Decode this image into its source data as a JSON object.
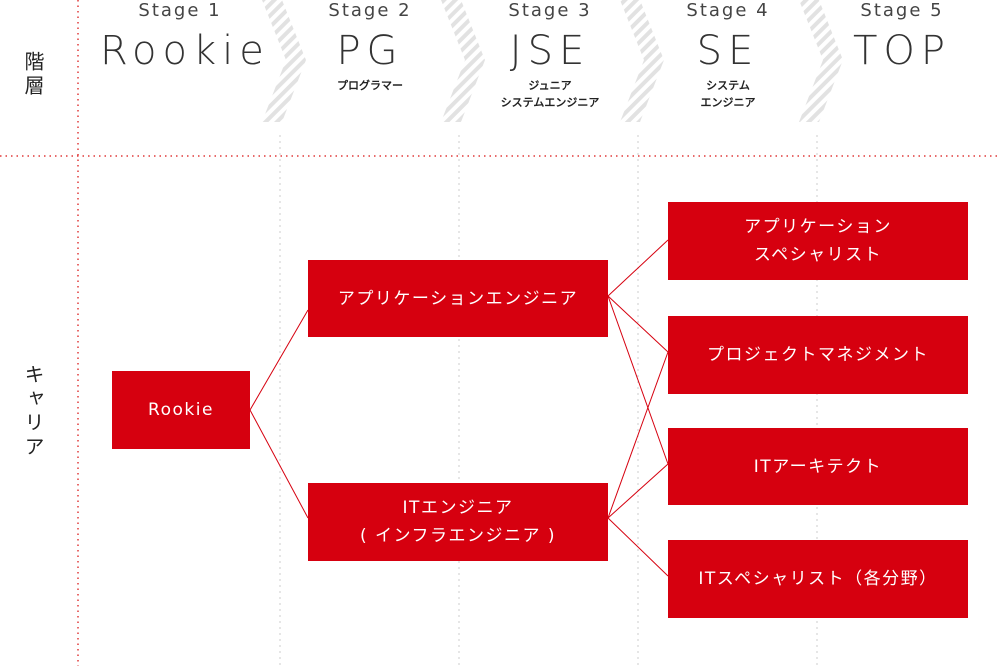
{
  "colors": {
    "accent": "#d6000f",
    "divider": "#e03a3a",
    "grid": "#cfcfcf",
    "chevron": "#e2e2e2"
  },
  "row_labels": {
    "level": "階層",
    "career": "キャリア"
  },
  "stages": [
    {
      "num": "Stage 1",
      "name": "Rookie",
      "sub": ""
    },
    {
      "num": "Stage 2",
      "name": "PG",
      "sub": "プログラマー"
    },
    {
      "num": "Stage 3",
      "name": "JSE",
      "sub": "ジュニア\nシステムエンジニア"
    },
    {
      "num": "Stage 4",
      "name": "SE",
      "sub": "システム\nエンジニア"
    },
    {
      "num": "Stage 5",
      "name": "TOP",
      "sub": ""
    }
  ],
  "nodes": {
    "rookie": "Rookie",
    "app_engineer": "アプリケーションエンジニア",
    "it_engineer": "ITエンジニア\n( インフラエンジニア )",
    "app_specialist": "アプリケーション\nスペシャリスト",
    "project_management": "プロジェクトマネジメント",
    "it_architect": "ITアーキテクト",
    "it_specialist": "ITスペシャリスト（各分野）"
  }
}
